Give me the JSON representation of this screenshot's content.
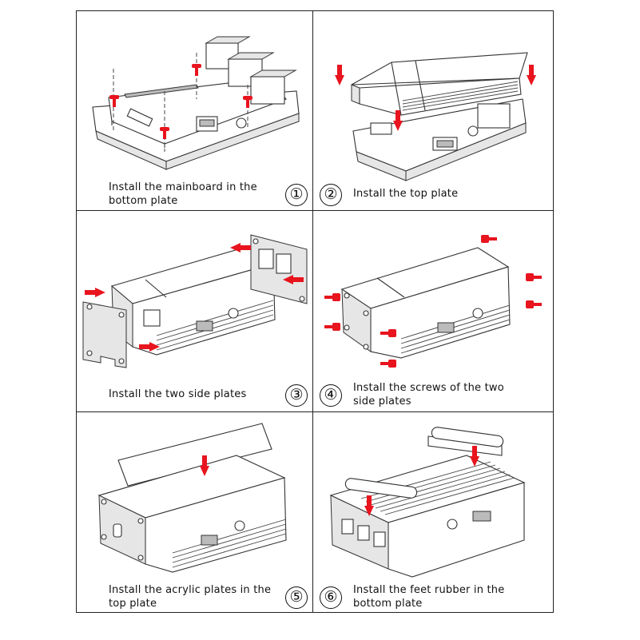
{
  "steps": [
    {
      "number": "①",
      "caption": "Install the mainboard in the\nbottom plate"
    },
    {
      "number": "②",
      "caption": "Install the top plate"
    },
    {
      "number": "③",
      "caption": "Install the two side plates"
    },
    {
      "number": "④",
      "caption": "Install the screws of the two\nside plates"
    },
    {
      "number": "⑤",
      "caption": "Install the acrylic plates in the\ntop plate"
    },
    {
      "number": "⑥",
      "caption": "Install the feet rubber in the\nbottom plate"
    }
  ],
  "colors": {
    "arrow": "#e8141e",
    "line": "#333333",
    "border": "#222222"
  },
  "icons": [
    "down-arrow-icon",
    "right-arrow-icon",
    "left-arrow-icon",
    "screw-icon"
  ]
}
